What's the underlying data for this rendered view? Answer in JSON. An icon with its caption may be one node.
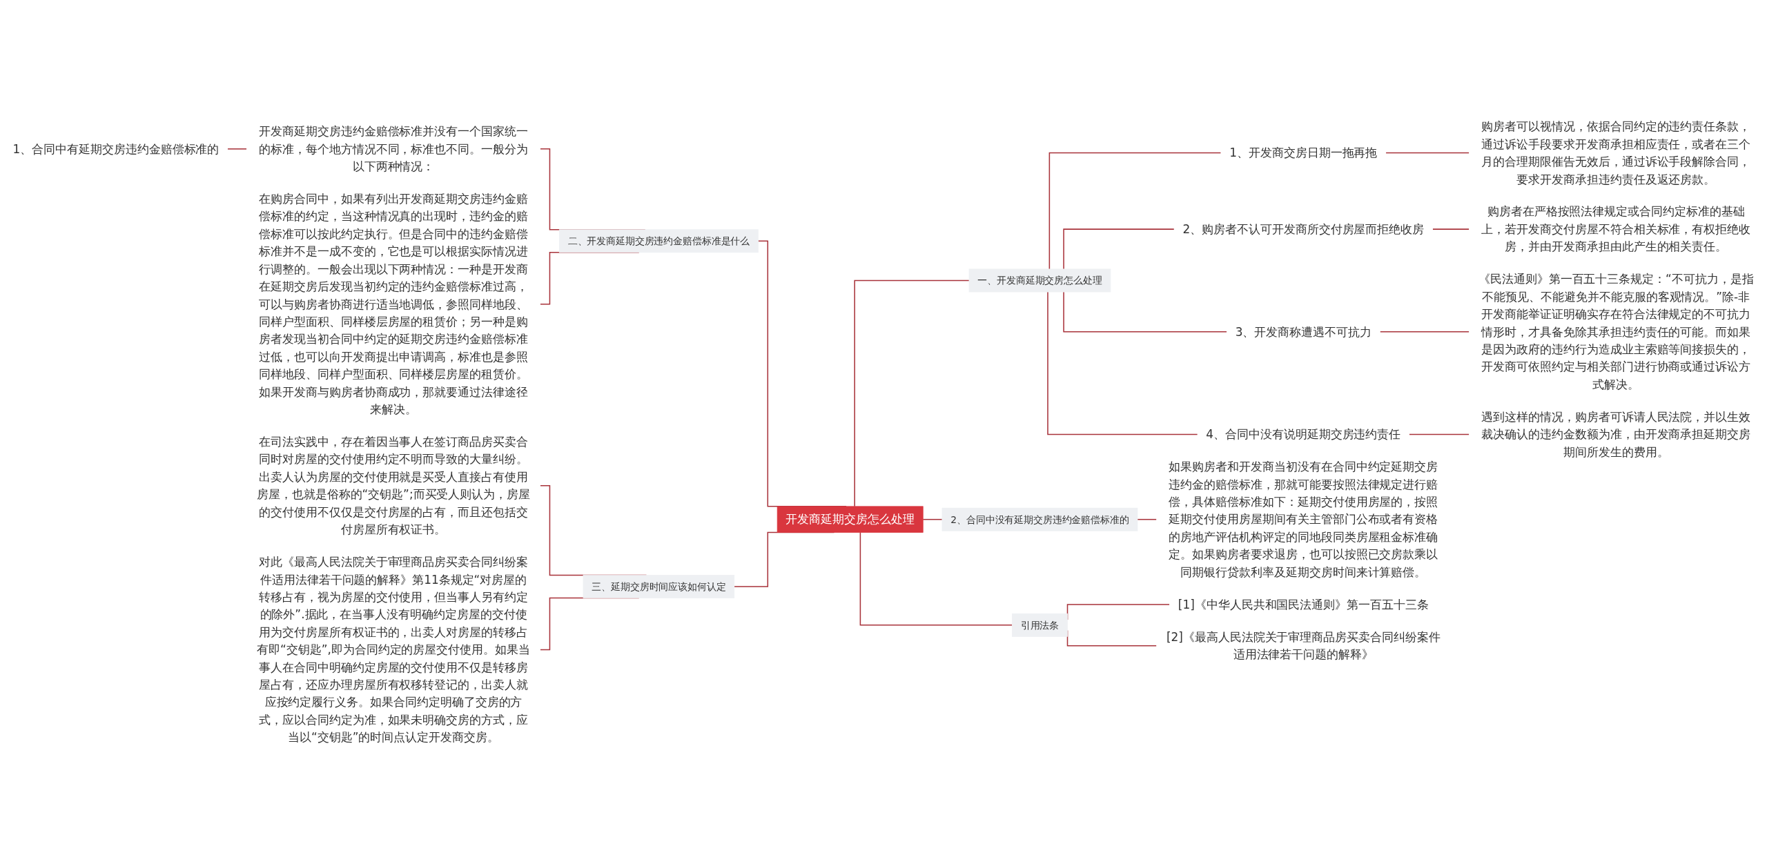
{
  "diagram": {
    "nodes": [
      {
        "text": [
          "开发商延期交房怎么处理"
        ]
      },
      {
        "text": [
          "二、开发商延期交房违约金赔偿标准是什么"
        ]
      },
      {
        "text": [
          "开发商延期交房违约金赔偿标准并没有一个国家统一的标准，每个地方情况不同，标准也不同。一般分为以下两种情况："
        ]
      },
      {
        "text": [
          "1、合同中有延期交房违约金赔偿标准的"
        ]
      },
      {
        "text": [
          "在购房合同中，如果有列出开发商延期交房违约金赔偿标准的约定，当这种情况真的出现时，违约金的赔偿标准可以按此约定执行。但是合同中的违约金赔偿标准并不是一成不变的，它也是可以根据实际情况进行调整的。一般会出现以下两种情况：一种是开发商在延期交房后发现当初约定的违约金赔偿标准过高，可以与购房者协商进行适当地调低，参照同样地段、同样户型面积、同样楼层房屋的租赁价；另一种是购房者发现当初合同中约定的延期交房违约金赔偿标准过低，也可以向开发商提出申请调高，标准也是参照同样地段、同样户型面积、同样楼层房屋的租赁价。如果开发商与购房者协商成功，那就要通过法律途径来解决。"
        ]
      },
      {
        "text": [
          "三、延期交房时间应该如何认定"
        ]
      },
      {
        "text": [
          "在司法实践中，存在着因当事人在签订商品房买卖合同时对房屋的交付使用约定不明而导致的大量纠纷。出卖人认为房屋的交付使用就是买受人直接占有使用房屋，也就是俗称的“交钥匙”;而买受人则认为，房屋的交付使用不仅仅是交付房屋的占有，而且还包括交付房屋所有权证书。"
        ]
      },
      {
        "text": [
          "对此《最高人民法院关于审理商品房买卖合同纠纷案件适用法律若干问题的解释》第11条规定“对房屋的转移占有，视为房屋的交付使用，但当事人另有约定的除外”.据此，在当事人没有明确约定房屋的交付使用为交付房屋所有权证书的，出卖人对房屋的转移占有即“交钥匙”,即为合同约定的房屋交付使用。如果当事人在合同中明确约定房屋的交付使用不仅是转移房屋占有，还应办理房屋所有权移转登记的，出卖人就应按约定履行义务。如果合同约定明确了交房的方式，应以合同约定为准，如果未明确交房的方式，应当以“交钥匙”的时间点认定开发商交房。"
        ]
      },
      {
        "text": [
          "一、开发商延期交房怎么处理"
        ]
      },
      {
        "text": [
          "1、开发商交房日期一拖再拖"
        ]
      },
      {
        "text": [
          "购房者可以视情况，依据合同约定的违约责任条款，通过诉讼手段要求开发商承担相应责任，或者在三个月的合理期限催告无效后，通过诉讼手段解除合同，要求开发商承担违约责任及返还房款。"
        ]
      },
      {
        "text": [
          "2、购房者不认可开发商所交付房屋而拒绝收房"
        ]
      },
      {
        "text": [
          "购房者在严格按照法律规定或合同约定标准的基础上，若开发商交付房屋不符合相关标准，有权拒绝收房，并由开发商承担由此产生的相关责任。"
        ]
      },
      {
        "text": [
          "3、开发商称遭遇不可抗力"
        ]
      },
      {
        "text": [
          "《民法通则》第一百五十三条规定：“不可抗力，是指不能预见、不能避免并不能克服的客观情况。”除-非开发商能举证证明确实存在符合法律规定的不可抗力情形时，才具备免除其承担违约责任的可能。而如果是因为政府的违约行为造成业主索赔等间接损失的，开发商可依照约定与相关部门进行协商或通过诉讼方式解决。"
        ]
      },
      {
        "text": [
          "4、合同中没有说明延期交房违约责任"
        ]
      },
      {
        "text": [
          "遇到这样的情况，购房者可诉请人民法院，并以生效裁决确认的违约金数额为准，由开发商承担延期交房期间所发生的费用。"
        ]
      },
      {
        "text": [
          "2、合同中没有延期交房违约金赔偿标准的"
        ]
      },
      {
        "text": [
          "如果购房者和开发商当初没有在合同中约定延期交房违约金的赔偿标准，那就可能要按照法律规定进行赔偿，具体赔偿标准如下：延期交付使用房屋的，按照延期交付使用房屋期间有关主管部门公布或者有资格的房地产评估机构评定的同地段同类房屋租金标准确定。如果购房者要求退房，也可以按照已交房款乘以同期银行贷款利率及延期交房时间来计算赔偿。"
        ]
      },
      {
        "text": [
          "引用法条"
        ]
      },
      {
        "text": [
          "[1]《中华人民共和国民法通则》第一百五十三条"
        ]
      },
      {
        "text": [
          "[2]《最高人民法院关于审理商品房买卖合同纠纷案件适用法律若干问题的解释》"
        ]
      }
    ],
    "edges": [
      {
        "from": 0,
        "to": 1,
        "arrow": "none"
      },
      {
        "from": 1,
        "to": 2,
        "arrow": "none"
      },
      {
        "from": 2,
        "to": 3,
        "arrow": "none"
      },
      {
        "from": 1,
        "to": 4,
        "arrow": "none"
      },
      {
        "from": 0,
        "to": 5,
        "arrow": "none"
      },
      {
        "from": 5,
        "to": 6,
        "arrow": "none"
      },
      {
        "from": 5,
        "to": 7,
        "arrow": "none"
      },
      {
        "from": 0,
        "to": 8,
        "arrow": "none"
      },
      {
        "from": 8,
        "to": 9,
        "arrow": "none"
      },
      {
        "from": 9,
        "to": 10,
        "arrow": "none"
      },
      {
        "from": 8,
        "to": 11,
        "arrow": "none"
      },
      {
        "from": 11,
        "to": 12,
        "arrow": "none"
      },
      {
        "from": 8,
        "to": 13,
        "arrow": "none"
      },
      {
        "from": 13,
        "to": 14,
        "arrow": "none"
      },
      {
        "from": 8,
        "to": 15,
        "arrow": "none"
      },
      {
        "from": 15,
        "to": 16,
        "arrow": "none"
      },
      {
        "from": 0,
        "to": 17,
        "arrow": "none"
      },
      {
        "from": 17,
        "to": 18,
        "arrow": "none"
      },
      {
        "from": 0,
        "to": 19,
        "arrow": "none"
      },
      {
        "from": 19,
        "to": 20,
        "arrow": "none"
      },
      {
        "from": 19,
        "to": 21,
        "arrow": "none"
      }
    ]
  }
}
